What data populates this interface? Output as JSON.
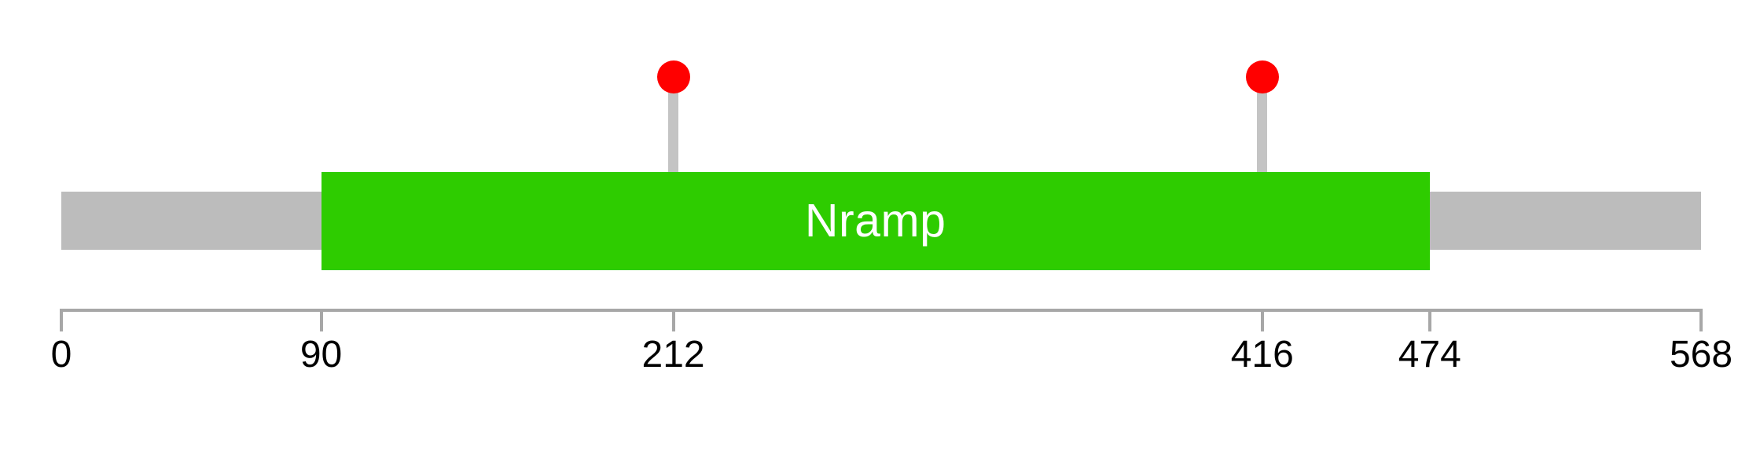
{
  "figure": {
    "background_color": "#ffffff",
    "description": "Protein domain lollipop plot"
  },
  "chart_data": {
    "type": "lollipop",
    "title": "",
    "xlabel": "",
    "ylabel": "",
    "axis": {
      "min": 0,
      "max": 568,
      "ticks": [
        0,
        90,
        212,
        416,
        474,
        568
      ],
      "line_color": "#a7a7a7",
      "tick_label_color": "#000000",
      "grid": false
    },
    "protein": {
      "length": 568,
      "backbone_start": 0,
      "backbone_end": 568,
      "backbone_color": "#bcbcbc"
    },
    "domains": [
      {
        "name": "Nramp",
        "start": 90,
        "end": 474,
        "fill_color": "#2ecc00",
        "label_color": "#ffffff"
      }
    ],
    "markers": [
      {
        "position": 212,
        "head_color": "#ff0000",
        "stem_color": "#c4c4c4"
      },
      {
        "position": 416,
        "head_color": "#ff0000",
        "stem_color": "#c4c4c4"
      }
    ],
    "legend": null
  }
}
